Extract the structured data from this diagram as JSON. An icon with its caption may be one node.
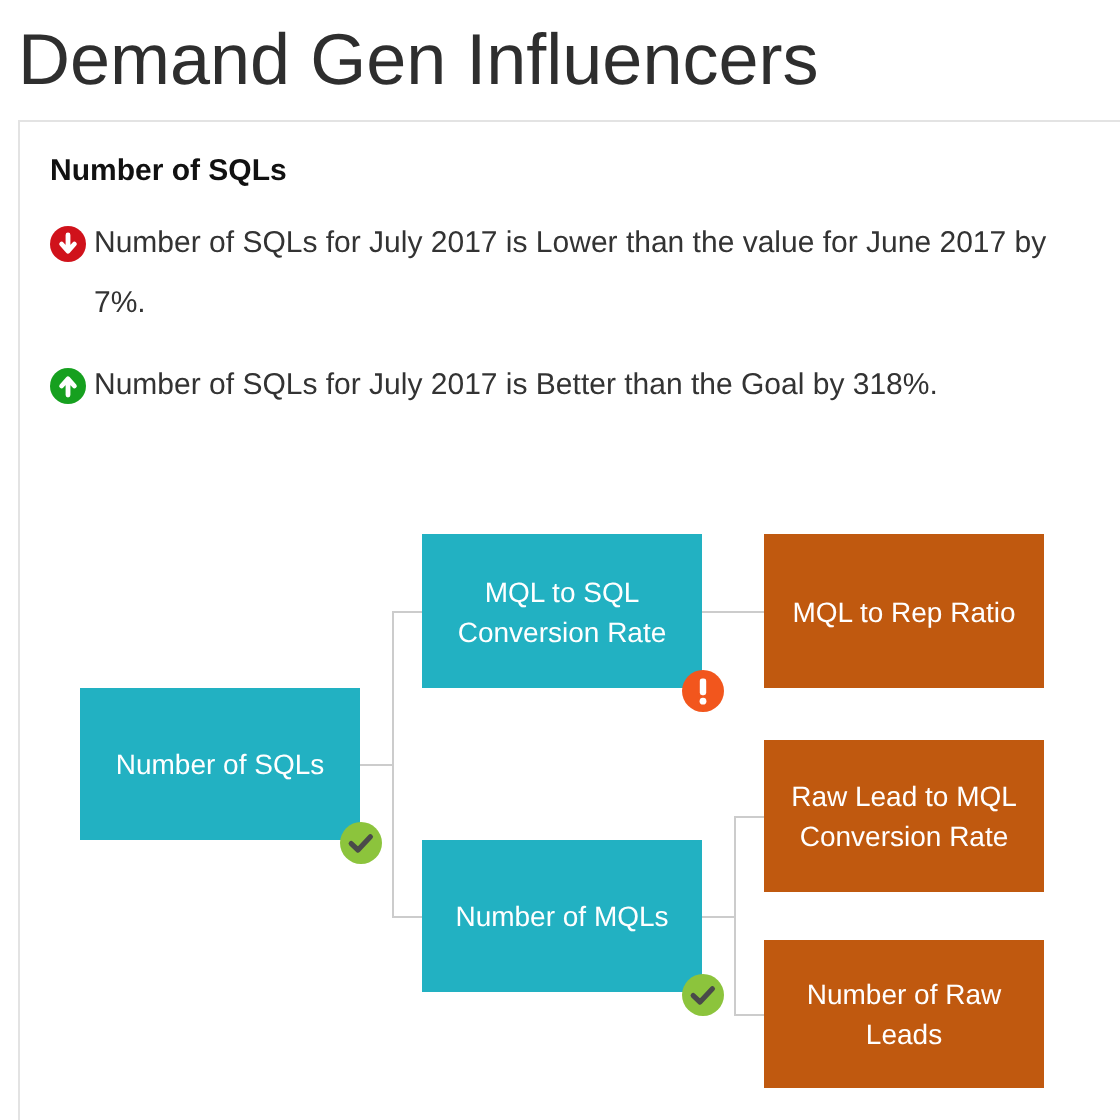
{
  "diagram": {
    "title": "Demand Gen Influencers",
    "nodes": [
      {
        "text": [
          "Number of SQLs"
        ]
      },
      {
        "text": [
          "MQL to SQL Conversion Rate"
        ]
      },
      {
        "text": [
          "Number of MQLs"
        ]
      },
      {
        "text": [
          "MQL to Rep Ratio"
        ]
      },
      {
        "text": [
          "Raw Lead to MQL Conversion Rate"
        ]
      },
      {
        "text": [
          "Number of Raw Leads"
        ]
      }
    ],
    "edges": [
      {
        "from": 0,
        "to": 1,
        "arrow": "none"
      },
      {
        "from": 0,
        "to": 2,
        "arrow": "none"
      },
      {
        "from": 1,
        "to": 3,
        "arrow": "none"
      },
      {
        "from": 2,
        "to": 4,
        "arrow": "none"
      },
      {
        "from": 2,
        "to": 5,
        "arrow": "none"
      }
    ],
    "labels": [
      "Number of SQLs",
      "Number of SQLs for July 2017 is Lower than the value for June 2017 by 7%.",
      "Number of SQLs for July 2017 is Better than the Goal by 318%."
    ]
  }
}
